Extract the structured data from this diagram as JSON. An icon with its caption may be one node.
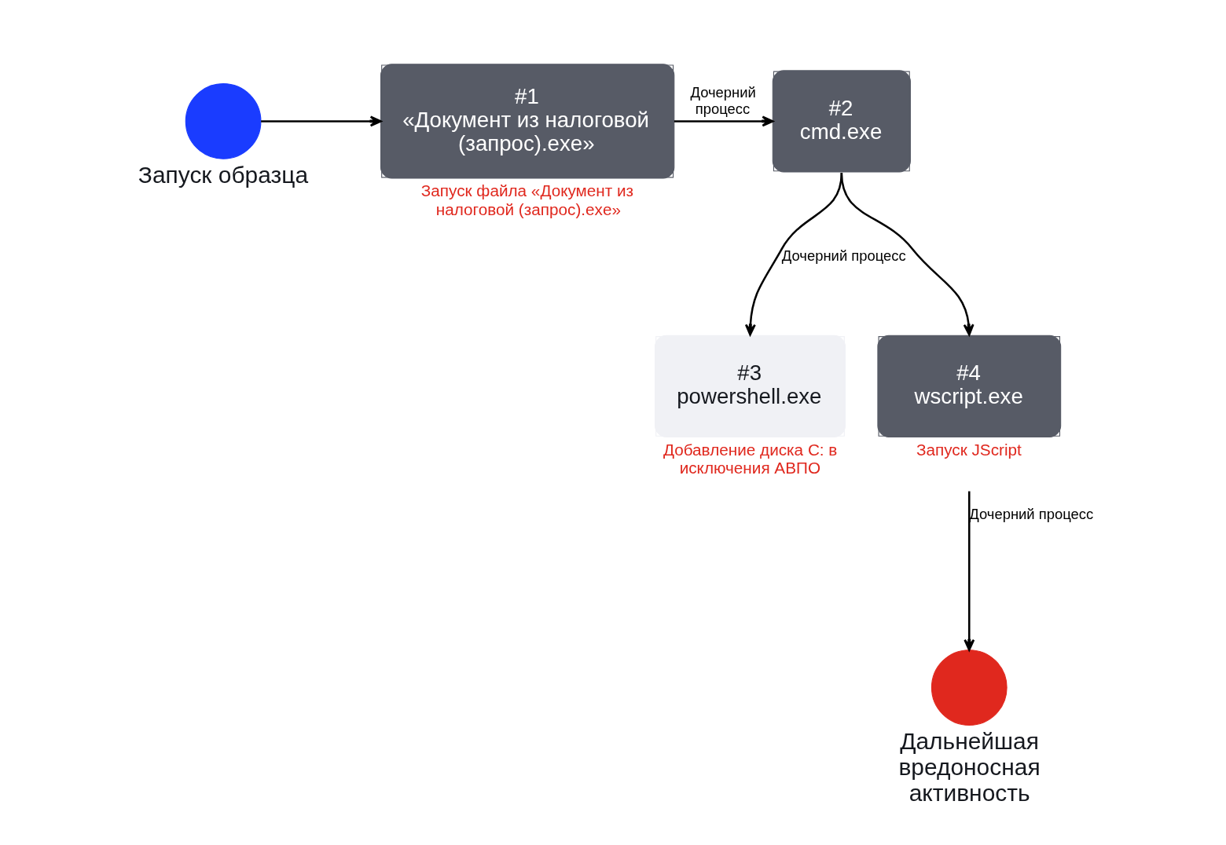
{
  "diagram": {
    "nodes": [
      {
        "text": [
          "Запуск образца"
        ]
      },
      {
        "text": [
          "#1",
          "«Документ из налоговой (запрос).exe»"
        ],
        "beside": [
          "Запуск файла «Документ из налоговой (запрос).exe»"
        ]
      },
      {
        "text": [
          "#2",
          "cmd.exe"
        ]
      },
      {
        "text": [
          "#3",
          "powershell.exe"
        ],
        "beside": [
          "Добавление диска C: в исключения АВПО"
        ]
      },
      {
        "text": [
          "#4",
          "wscript.exe"
        ],
        "beside": [
          "Запуск JScript"
        ]
      },
      {
        "text": [
          "Дальнейшая вредоносная активность"
        ]
      }
    ],
    "edges": [
      {
        "from": 0,
        "to": 1,
        "arrow": "to"
      },
      {
        "from": 1,
        "to": 2,
        "arrow": "to",
        "label": "Дочерний процесс"
      },
      {
        "from": 2,
        "to": 3,
        "arrow": "to",
        "label": "Дочерний процесс"
      },
      {
        "from": 2,
        "to": 4,
        "arrow": "to"
      },
      {
        "from": 4,
        "to": 5,
        "arrow": "to",
        "label": "Дочерний процесс"
      }
    ]
  }
}
